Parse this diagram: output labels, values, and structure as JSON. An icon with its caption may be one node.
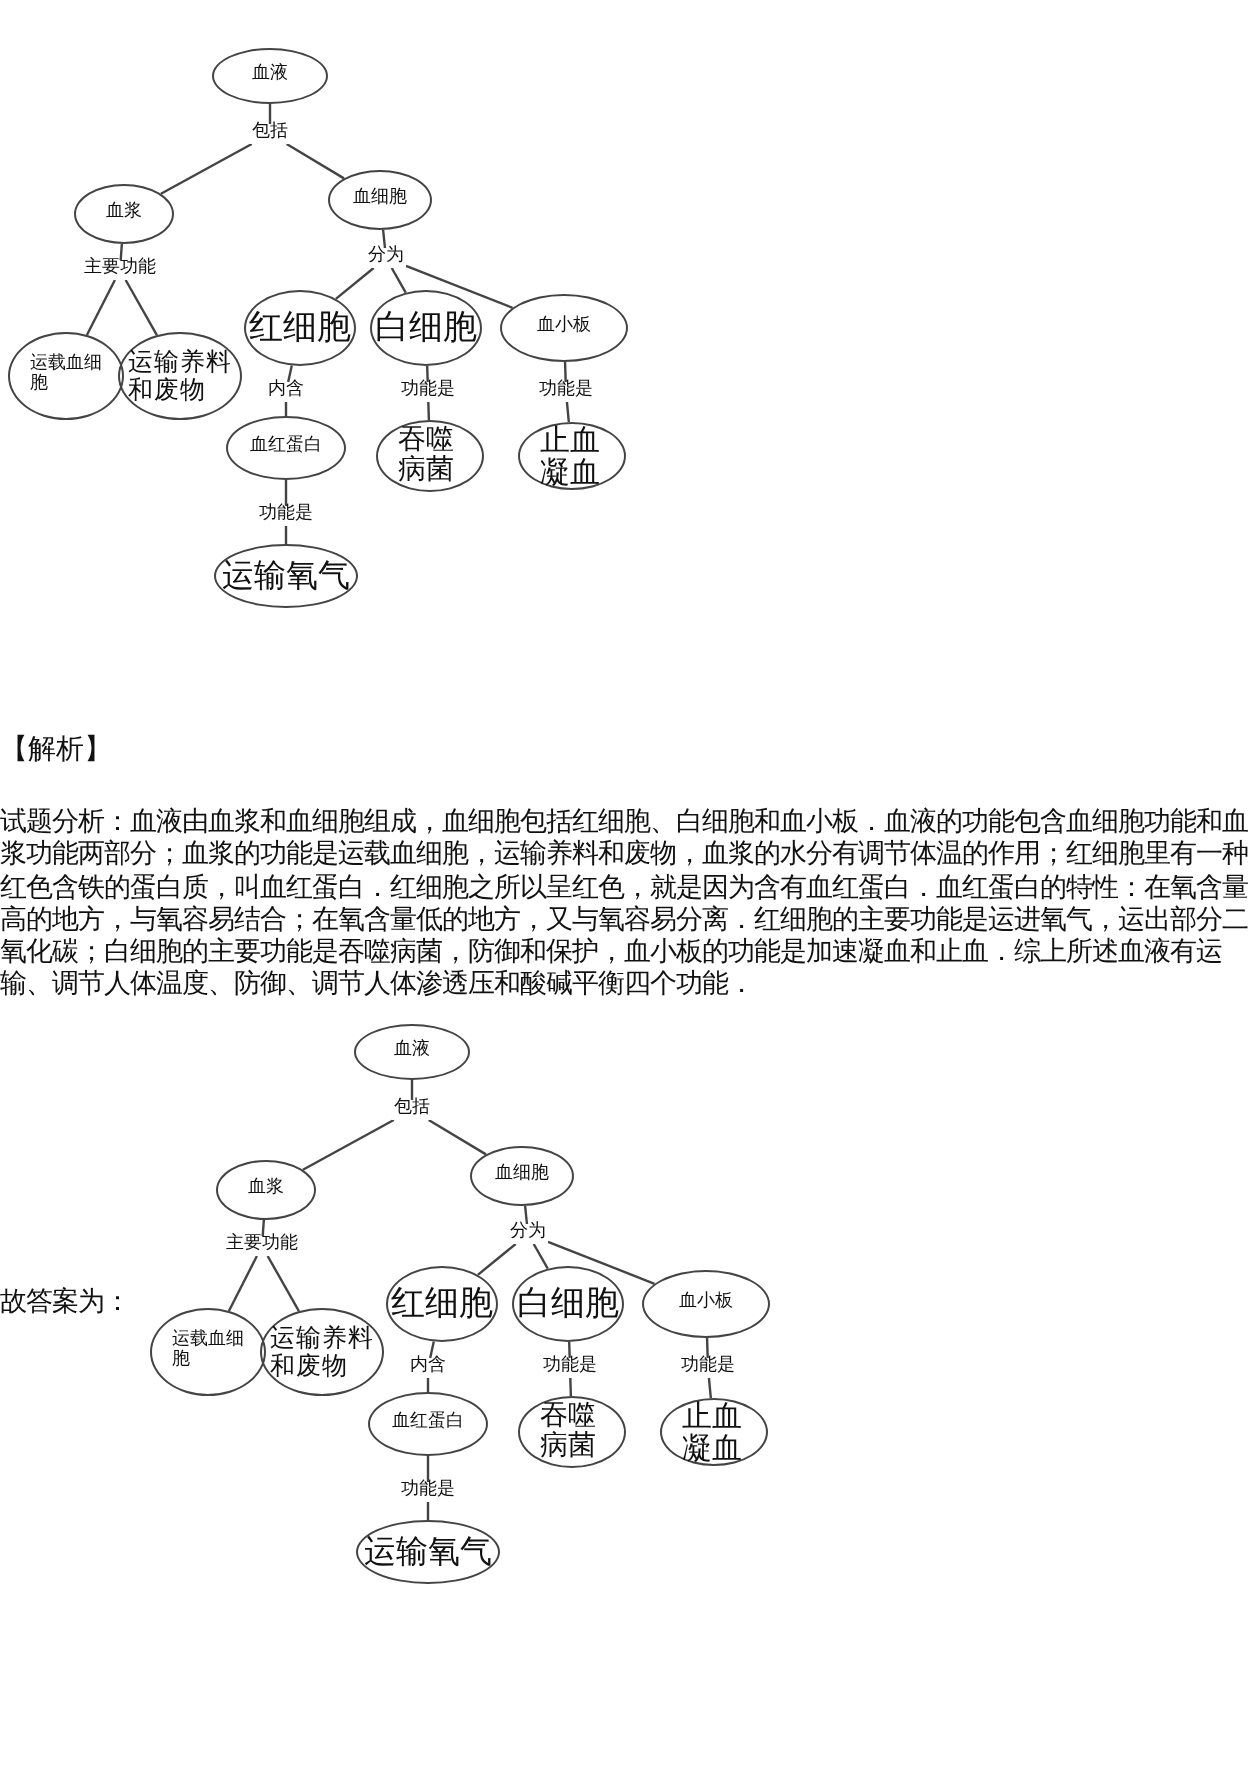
{
  "diagram": {
    "nodes": [
      {
        "text": [
          "血液"
        ]
      },
      {
        "text": [
          "包括"
        ]
      },
      {
        "text": [
          "血浆"
        ]
      },
      {
        "text": [
          "血细胞"
        ]
      },
      {
        "text": [
          "主要功能"
        ]
      },
      {
        "text": [
          "分为"
        ]
      },
      {
        "text": [
          "运载血细胞"
        ]
      },
      {
        "text": [
          "运输养料和废物"
        ]
      },
      {
        "text": [
          "红细胞"
        ]
      },
      {
        "text": [
          "白细胞"
        ]
      },
      {
        "text": [
          "血小板"
        ]
      },
      {
        "text": [
          "内含"
        ]
      },
      {
        "text": [
          "功能是"
        ]
      },
      {
        "text": [
          "功能是"
        ]
      },
      {
        "text": [
          "血红蛋白"
        ]
      },
      {
        "text": [
          "吞噬病菌"
        ]
      },
      {
        "text": [
          "止血凝血"
        ]
      },
      {
        "text": [
          "功能是"
        ]
      },
      {
        "text": [
          "运输氧气"
        ]
      },
      {
        "text": [
          "血液"
        ]
      },
      {
        "text": [
          "包括"
        ]
      },
      {
        "text": [
          "血浆"
        ]
      },
      {
        "text": [
          "血细胞"
        ]
      },
      {
        "text": [
          "主要功能"
        ]
      },
      {
        "text": [
          "分为"
        ]
      },
      {
        "text": [
          "运载血细胞"
        ]
      },
      {
        "text": [
          "运输养料和废物"
        ]
      },
      {
        "text": [
          "红细胞"
        ]
      },
      {
        "text": [
          "白细胞"
        ]
      },
      {
        "text": [
          "血小板"
        ]
      },
      {
        "text": [
          "内含"
        ]
      },
      {
        "text": [
          "功能是"
        ]
      },
      {
        "text": [
          "功能是"
        ]
      },
      {
        "text": [
          "血红蛋白"
        ]
      },
      {
        "text": [
          "吞噬病菌"
        ]
      },
      {
        "text": [
          "止血凝血"
        ]
      },
      {
        "text": [
          "功能是"
        ]
      },
      {
        "text": [
          "运输氧气"
        ]
      }
    ],
    "edges": [
      {
        "from": 0,
        "to": 1,
        "arrow": "none"
      },
      {
        "from": 1,
        "to": 2,
        "arrow": "none"
      },
      {
        "from": 1,
        "to": 3,
        "arrow": "none"
      },
      {
        "from": 2,
        "to": 4,
        "arrow": "none"
      },
      {
        "from": 3,
        "to": 5,
        "arrow": "none"
      },
      {
        "from": 4,
        "to": 6,
        "arrow": "none"
      },
      {
        "from": 4,
        "to": 7,
        "arrow": "none"
      },
      {
        "from": 5,
        "to": 8,
        "arrow": "none"
      },
      {
        "from": 5,
        "to": 9,
        "arrow": "none"
      },
      {
        "from": 5,
        "to": 10,
        "arrow": "none"
      },
      {
        "from": 8,
        "to": 11,
        "arrow": "none"
      },
      {
        "from": 9,
        "to": 12,
        "arrow": "none"
      },
      {
        "from": 10,
        "to": 13,
        "arrow": "none"
      },
      {
        "from": 11,
        "to": 14,
        "arrow": "none"
      },
      {
        "from": 12,
        "to": 15,
        "arrow": "none"
      },
      {
        "from": 13,
        "to": 16,
        "arrow": "none"
      },
      {
        "from": 14,
        "to": 17,
        "arrow": "none"
      },
      {
        "from": 17,
        "to": 18,
        "arrow": "none"
      },
      {
        "from": 19,
        "to": 20,
        "arrow": "none"
      },
      {
        "from": 20,
        "to": 21,
        "arrow": "none"
      },
      {
        "from": 20,
        "to": 22,
        "arrow": "none"
      },
      {
        "from": 21,
        "to": 23,
        "arrow": "none"
      },
      {
        "from": 22,
        "to": 24,
        "arrow": "none"
      },
      {
        "from": 23,
        "to": 25,
        "arrow": "none"
      },
      {
        "from": 23,
        "to": 26,
        "arrow": "none"
      },
      {
        "from": 24,
        "to": 27,
        "arrow": "none"
      },
      {
        "from": 24,
        "to": 28,
        "arrow": "none"
      },
      {
        "from": 24,
        "to": 29,
        "arrow": "none"
      },
      {
        "from": 27,
        "to": 30,
        "arrow": "none"
      },
      {
        "from": 28,
        "to": 31,
        "arrow": "none"
      },
      {
        "from": 29,
        "to": 32,
        "arrow": "none"
      },
      {
        "from": 30,
        "to": 33,
        "arrow": "none"
      },
      {
        "from": 31,
        "to": 34,
        "arrow": "none"
      },
      {
        "from": 32,
        "to": 35,
        "arrow": "none"
      },
      {
        "from": 33,
        "to": 36,
        "arrow": "none"
      },
      {
        "from": 36,
        "to": 37,
        "arrow": "none"
      }
    ],
    "labels": [
      "【解析】",
      "试题分析：血液由血浆和血细胞组成，血细胞包括红细胞、白细胞和血小板．血液的功能包含血细胞功能和血浆功能两部分；血浆的功能是运载血细胞，运输养料和废物，血浆的水分有调节体温的作用；红细胞里有一种红色含铁的蛋白质，叫血红蛋白．红细胞之所以呈红色，就是因为含有血红蛋白．血红蛋白的特性：在氧含量高的地方，与氧容易结合；在氧含量低的地方，又与氧容易分离．红细胞的主要功能是运进氧气，运出部分二氧化碳；白细胞的主要功能是吞噬病菌，防御和保护，血小板的功能是加速凝血和止血．综上所述血液有运输、调节人体温度、防御、调节人体渗透压和酸碱平衡四个功能．",
      "故答案为："
    ]
  }
}
